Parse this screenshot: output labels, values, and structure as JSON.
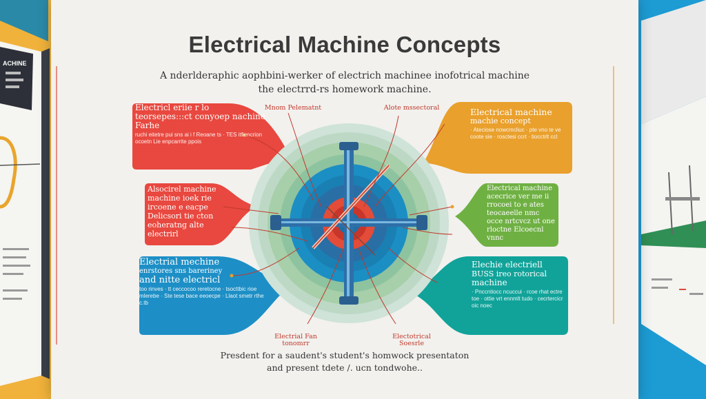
{
  "title": "Electrical Machine Concepts",
  "subtitle": {
    "line1": "A nderlderaphic aophbini-werker of electrich machinee inofotrical machine",
    "line2": "the electrrd-rs homework machine."
  },
  "footer": {
    "line1": "Presdent for a saudent's student's homwock presentaton",
    "line2": "and present tdete /. ucn tondwohe.."
  },
  "panels": {
    "red_top": {
      "color": "#e8483f",
      "heading": "Electricl eriie r lo teorsepes:::ct conyoep nachine Farhe",
      "body": "ruchi eitetre pui sns ai i f Reoane ts · TES itfiencrion ocoetn Lie enpcarrite ppois"
    },
    "red_mid": {
      "color": "#e8483f",
      "text": "Alsocirel machine machine ioek rie ircoene e eacpe Delicsori tie cton eoheratng alte electrirl"
    },
    "blue": {
      "color": "#1d8fc6",
      "heading": "Electrial mechine",
      "line2": "enrstores sns bareriney",
      "line3": "and nitte electricl",
      "body": "too rinves · tt ceccocoo reretocne · tsocttbic rioe mlerebe · Ste tese bace eeoecpe · Llaot smetr rthe c.tb"
    },
    "orange": {
      "color": "#e9a02c",
      "heading": "Electrical machine",
      "line2": "machie concept",
      "body": "· Ateciose nowcmcliuc · pte vno te ve coote sie · rosctesi ccrt · tiocctrlt ccl"
    },
    "green": {
      "color": "#6fb043",
      "text": "Electrical machine acecrice ver me ii rrocoei to e ates teocaeelle nmc occe nrtcvcz ut one rloctne Elcoecnl vnnc"
    },
    "teal": {
      "color": "#11a39a",
      "heading": "Elechie electriell",
      "line2": "BUSS ireo rotorical",
      "line3": "machine",
      "body": "· Pnccntiocc ncuccui · rcoe rhat ectre toe · ottie vrt ennmlt tudo · cecrtercicr oic noec"
    }
  },
  "callouts": {
    "top_left": "Mnom Pelematnt",
    "top_right": "Alote mssectoral",
    "bottom_left": "Electrial Fan tonomrr",
    "bottom_right": "Electotrical Soesrle"
  },
  "colors": {
    "outer_ring": "#cfe3d8",
    "mid_ring": "#a7cfa9",
    "inner_disc": "#1b8ec4",
    "core": "#e24c38",
    "frame": "#2e6fa8"
  }
}
